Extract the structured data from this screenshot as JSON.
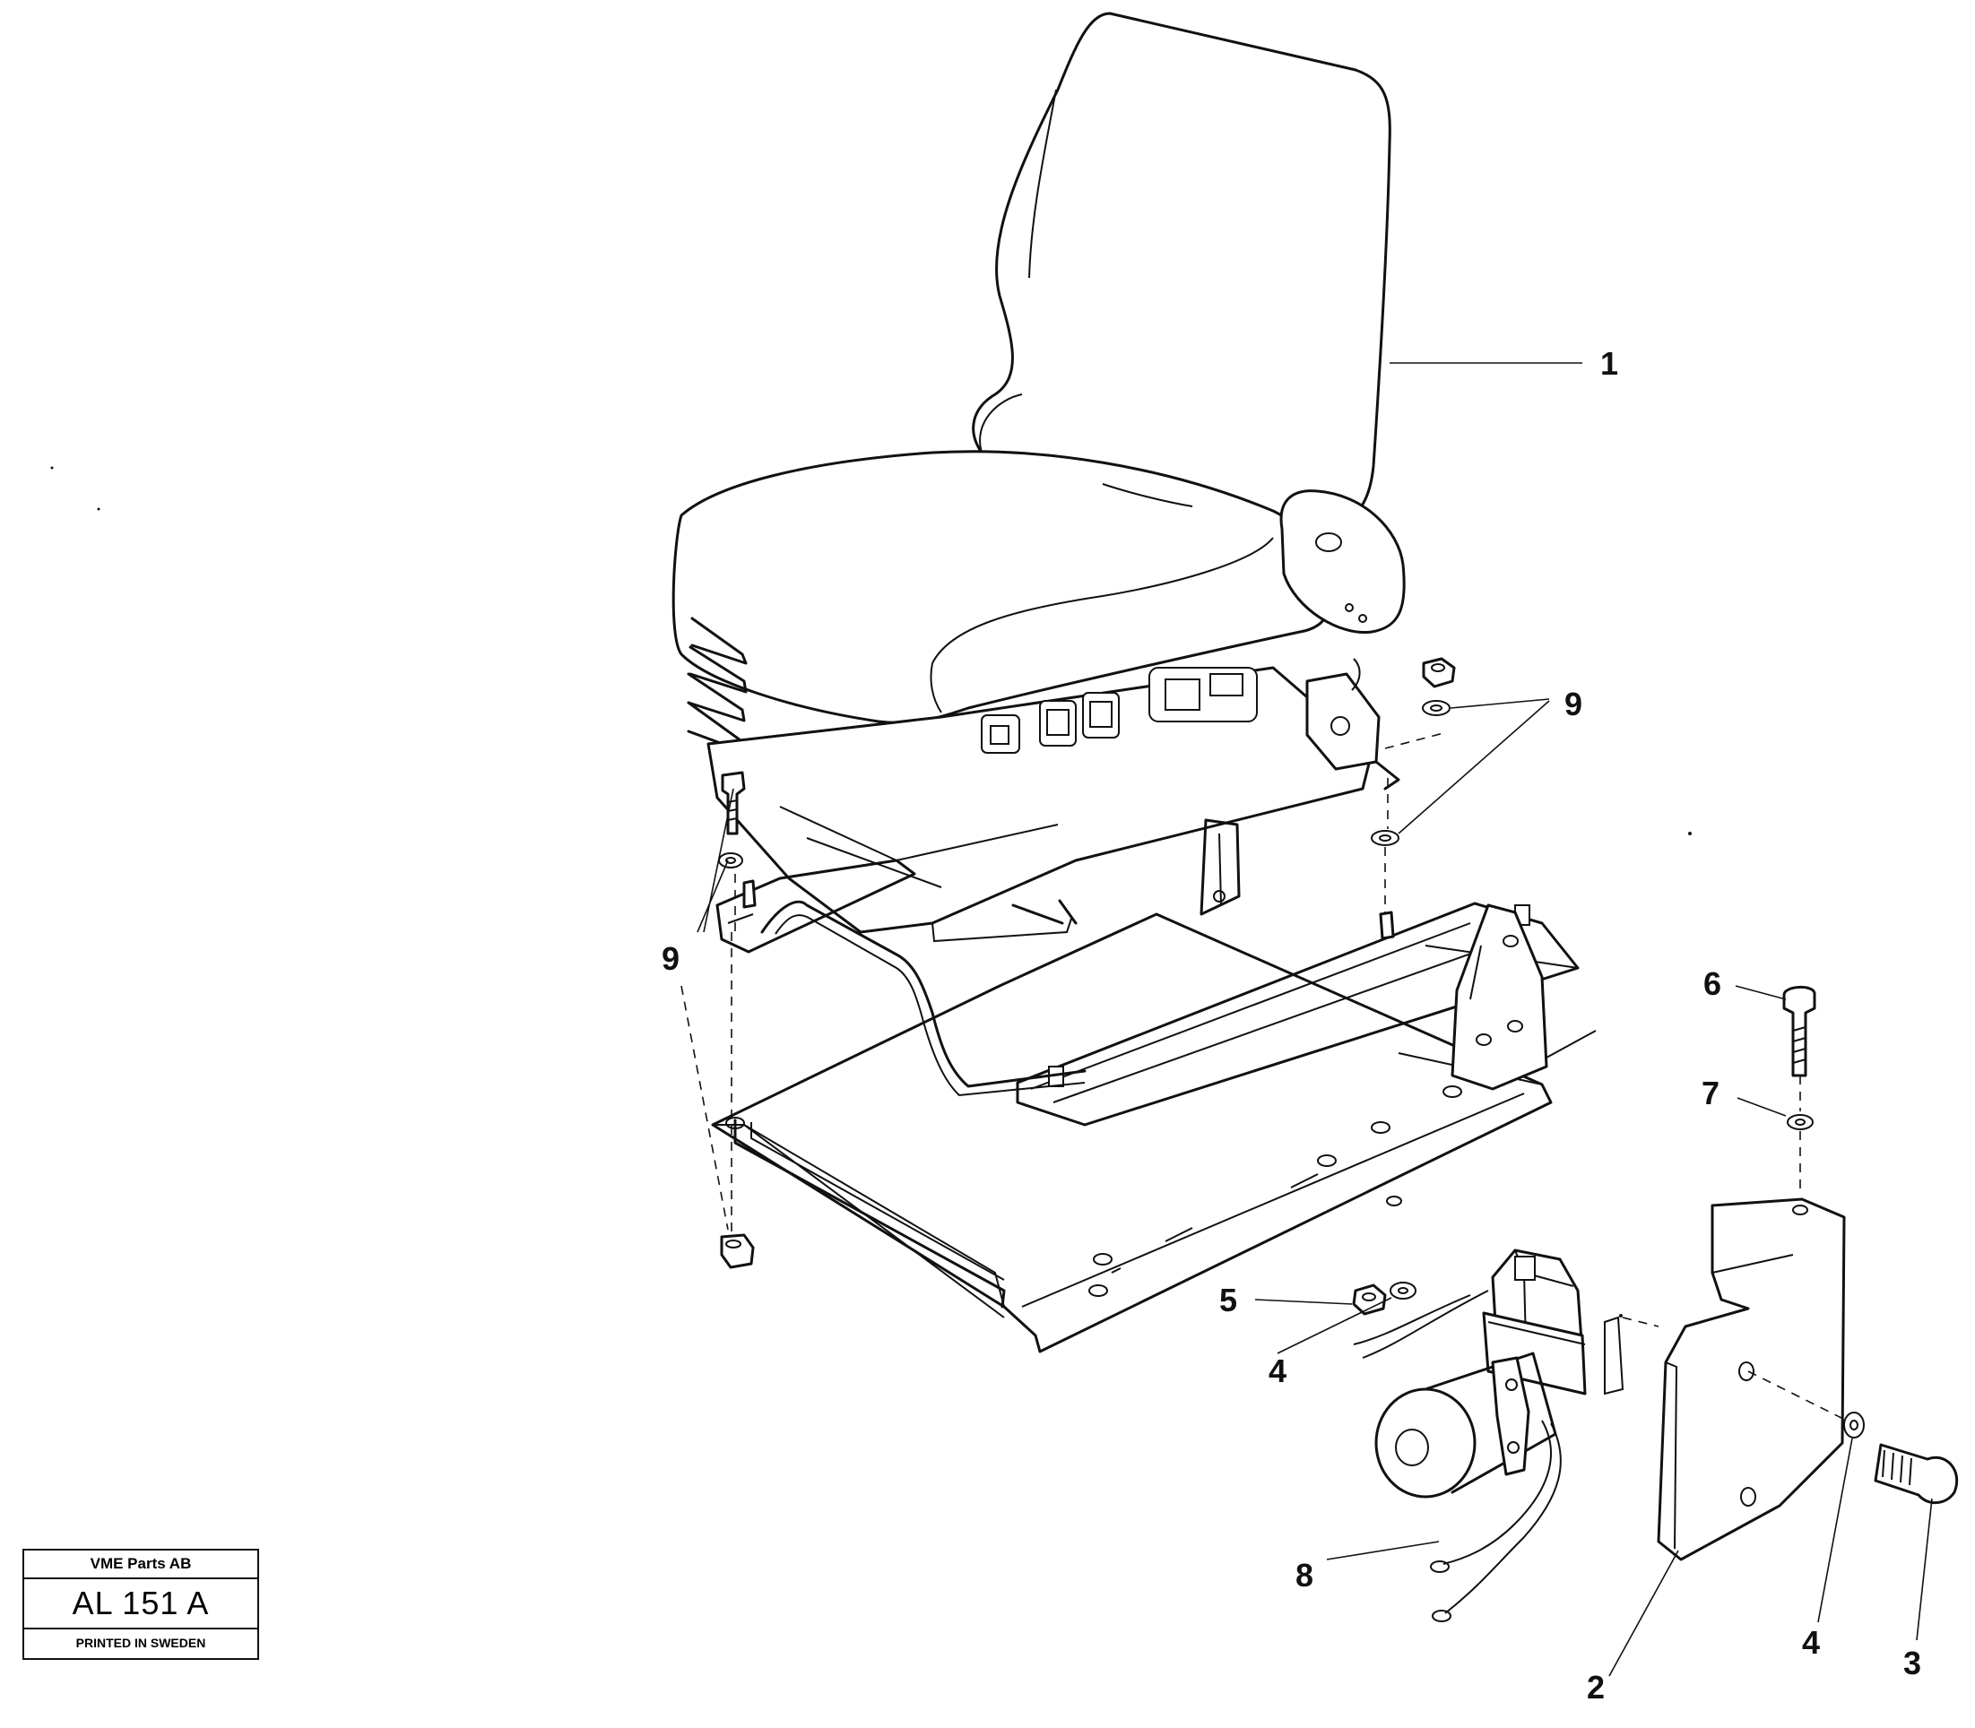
{
  "callouts": [
    {
      "id": "c1",
      "label": "1",
      "part": "seat"
    },
    {
      "id": "c9a",
      "label": "9",
      "part": "nut-and-washer-right"
    },
    {
      "id": "c9b",
      "label": "9",
      "part": "screw-washer-nut-left"
    },
    {
      "id": "c6",
      "label": "6",
      "part": "screw"
    },
    {
      "id": "c7",
      "label": "7",
      "part": "washer"
    },
    {
      "id": "c5",
      "label": "5",
      "part": "nut"
    },
    {
      "id": "c4a",
      "label": "4",
      "part": "washer-upper"
    },
    {
      "id": "c8",
      "label": "8",
      "part": "cable"
    },
    {
      "id": "c2",
      "label": "2",
      "part": "bracket"
    },
    {
      "id": "c4b",
      "label": "4",
      "part": "washer-lower"
    },
    {
      "id": "c3",
      "label": "3",
      "part": "screw"
    }
  ],
  "title_block": {
    "company": "VME Parts AB",
    "code": "AL 151 A",
    "printed": "PRINTED IN SWEDEN"
  }
}
